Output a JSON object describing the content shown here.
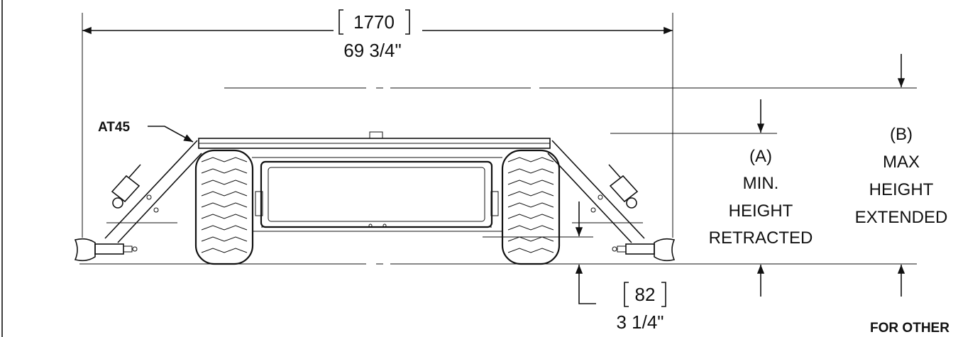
{
  "dimensions": {
    "width_mm": "1770",
    "width_in": "69 3/4\"",
    "clearance_mm": "82",
    "clearance_in": "3 1/4\""
  },
  "callouts": {
    "part": "AT45",
    "min_height": [
      "(A)",
      "MIN.",
      "HEIGHT",
      "RETRACTED"
    ],
    "max_height": [
      "(B)",
      "MAX",
      "HEIGHT",
      "EXTENDED"
    ],
    "note": "FOR OTHER"
  }
}
